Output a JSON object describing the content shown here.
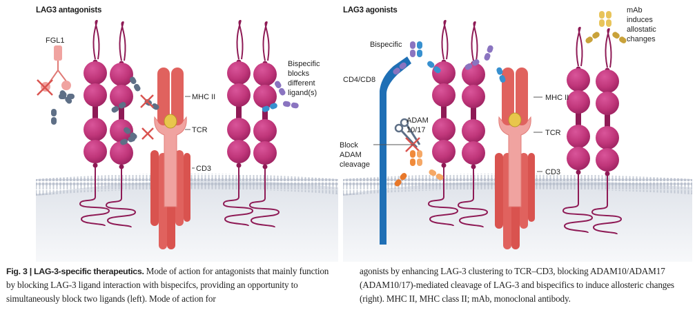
{
  "figure": {
    "panels": {
      "left": {
        "title": "LAG3 antagonists",
        "labels": {
          "fgl1": "FGL1",
          "bispecific": [
            "Bispecific",
            "blocks",
            "different",
            "ligand(s)"
          ],
          "mhc": "MHC II",
          "tcr": "TCR",
          "cd3": "CD3"
        }
      },
      "right": {
        "title": "LAG3 agonists",
        "labels": {
          "bispecific": "Bispecific",
          "cd4cd8": "CD4/CD8",
          "adam": [
            "ADAM",
            "10/17"
          ],
          "block_adam": [
            "Block",
            "ADAM",
            "cleavage"
          ],
          "mab": [
            "mAb",
            "induces",
            "allostatic",
            "changes"
          ],
          "mhc": "MHC II",
          "tcr": "TCR",
          "cd3": "CD3"
        }
      }
    },
    "colors": {
      "lag3": "#c0367a",
      "lag3_dark": "#8e1a55",
      "mhc": "#e0625e",
      "tcr": "#f0a3a0",
      "peptide": "#e8c64c",
      "cd4cd8": "#1f6fb5",
      "antibody_grey": "#5e6f86",
      "antibody_purple": "#8a74c0",
      "antibody_blue": "#3790cf",
      "antibody_orange": "#f08a3a",
      "antibody_yellow": "#e8c45a",
      "block_cross": "#d9534f",
      "membrane": "#aeb6c6",
      "cytoplasm": "#e6e9ef"
    },
    "caption": {
      "label": "Fig. 3 | LAG-3-specific therapeutics.",
      "left_text": " Mode of action for antagonists that mainly function by blocking LAG-3 ligand interaction with bispecifcs, providing an opportunity to simultaneously block two ligands (left). Mode of action for",
      "right_text": "agonists by enhancing LAG-3 clustering to TCR–CD3, blocking ADAM10/ADAM17 (ADAM10/17)-mediated cleavage of LAG-3 and bispecifics to induce allosteric changes (right). MHC II, MHC class II; mAb, monoclonal antibody."
    }
  }
}
